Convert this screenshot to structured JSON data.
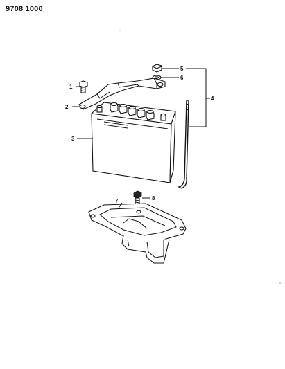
{
  "document": {
    "id": "9708 1000"
  },
  "callouts": [
    "1",
    "2",
    "3",
    "4",
    "5",
    "6",
    "7",
    "8"
  ]
}
